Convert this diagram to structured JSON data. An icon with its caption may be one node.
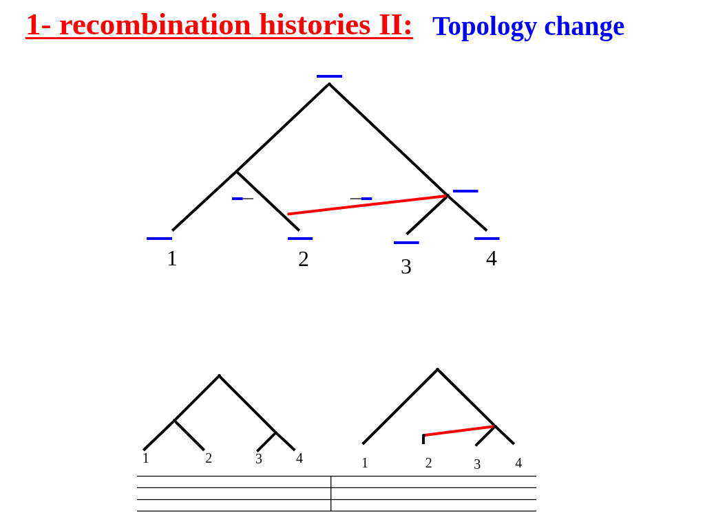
{
  "diagram": {
    "title": "1- recombination histories II:",
    "nodes": [
      {
        "text": [],
        "shape": "point"
      },
      {
        "text": [],
        "shape": "point"
      },
      {
        "text": [],
        "shape": "point"
      },
      {
        "text": [
          "1"
        ]
      },
      {
        "text": [
          "2"
        ]
      },
      {
        "text": [
          "3"
        ]
      },
      {
        "text": [
          "4"
        ]
      },
      {
        "text": [],
        "shape": "point"
      },
      {
        "text": [],
        "shape": "point"
      },
      {
        "text": [],
        "shape": "point"
      },
      {
        "text": [
          "1"
        ]
      },
      {
        "text": [
          "2"
        ]
      },
      {
        "text": [
          "3"
        ]
      },
      {
        "text": [
          "4"
        ]
      },
      {
        "text": [],
        "shape": "point"
      },
      {
        "text": [],
        "shape": "point"
      },
      {
        "text": [],
        "shape": "point"
      },
      {
        "text": [
          "1"
        ]
      },
      {
        "text": [
          "2"
        ]
      },
      {
        "text": [
          "3"
        ]
      },
      {
        "text": [
          "4"
        ]
      }
    ],
    "edges": [
      {
        "from": 0,
        "to": 1,
        "arrow": "none"
      },
      {
        "from": 0,
        "to": 2,
        "arrow": "none"
      },
      {
        "from": 1,
        "to": 3,
        "arrow": "none"
      },
      {
        "from": 1,
        "to": 4,
        "arrow": "none"
      },
      {
        "from": 2,
        "to": 5,
        "arrow": "none"
      },
      {
        "from": 2,
        "to": 6,
        "arrow": "none"
      },
      {
        "from": null,
        "to": 2,
        "arrow": "none",
        "color": "#ff0000"
      },
      {
        "from": 7,
        "to": 8,
        "arrow": "none"
      },
      {
        "from": 7,
        "to": 9,
        "arrow": "none"
      },
      {
        "from": 8,
        "to": 10,
        "arrow": "none"
      },
      {
        "from": 8,
        "to": 11,
        "arrow": "none"
      },
      {
        "from": 9,
        "to": 12,
        "arrow": "none"
      },
      {
        "from": 9,
        "to": 13,
        "arrow": "none"
      },
      {
        "from": 14,
        "to": 17,
        "arrow": "none"
      },
      {
        "from": 14,
        "to": 15,
        "arrow": "none"
      },
      {
        "from": 15,
        "to": 19,
        "arrow": "none"
      },
      {
        "from": 15,
        "to": 20,
        "arrow": "none"
      },
      {
        "from": 16,
        "to": 18,
        "arrow": "none"
      },
      {
        "from": 16,
        "to": 15,
        "arrow": "none",
        "color": "#ff0000"
      }
    ],
    "labels": [
      "Topology change"
    ]
  }
}
